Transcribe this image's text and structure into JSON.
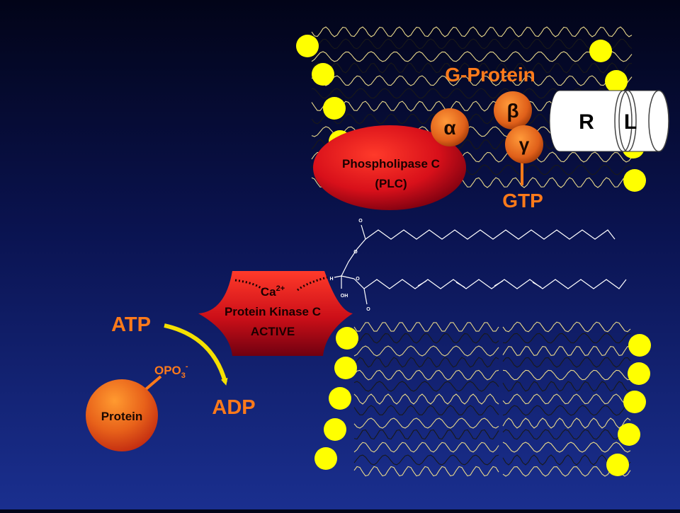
{
  "labels": {
    "g_protein": "G-Protein",
    "beta": "β",
    "alpha": "α",
    "gamma": "γ",
    "receptor": "R",
    "ligand": "L",
    "plc_line1": "Phospholipase C",
    "plc_line2": "(PLC)",
    "gtp": "GTP",
    "ca": "Ca",
    "ca_charge": "2+",
    "pkc_line1": "Protein Kinase C",
    "pkc_line2": "ACTIVE",
    "atp": "ATP",
    "adp": "ADP",
    "opo": "OPO",
    "opo_sub": "3",
    "opo_charge": "-",
    "protein": "Protein",
    "dag_o_top": "O",
    "dag_o_mid": "O",
    "dag_o_bottom": "O",
    "dag_o_right": "O",
    "dag_h": "H",
    "dag_oh": "OH"
  },
  "colors": {
    "lipid_head": "#ffff00",
    "orange_text": "#ff7a1a",
    "subunit": "#e8681a",
    "plc_red": "#e8101a",
    "receptor_fill": "#ffffff",
    "atp_arrow": "#f5e000"
  }
}
